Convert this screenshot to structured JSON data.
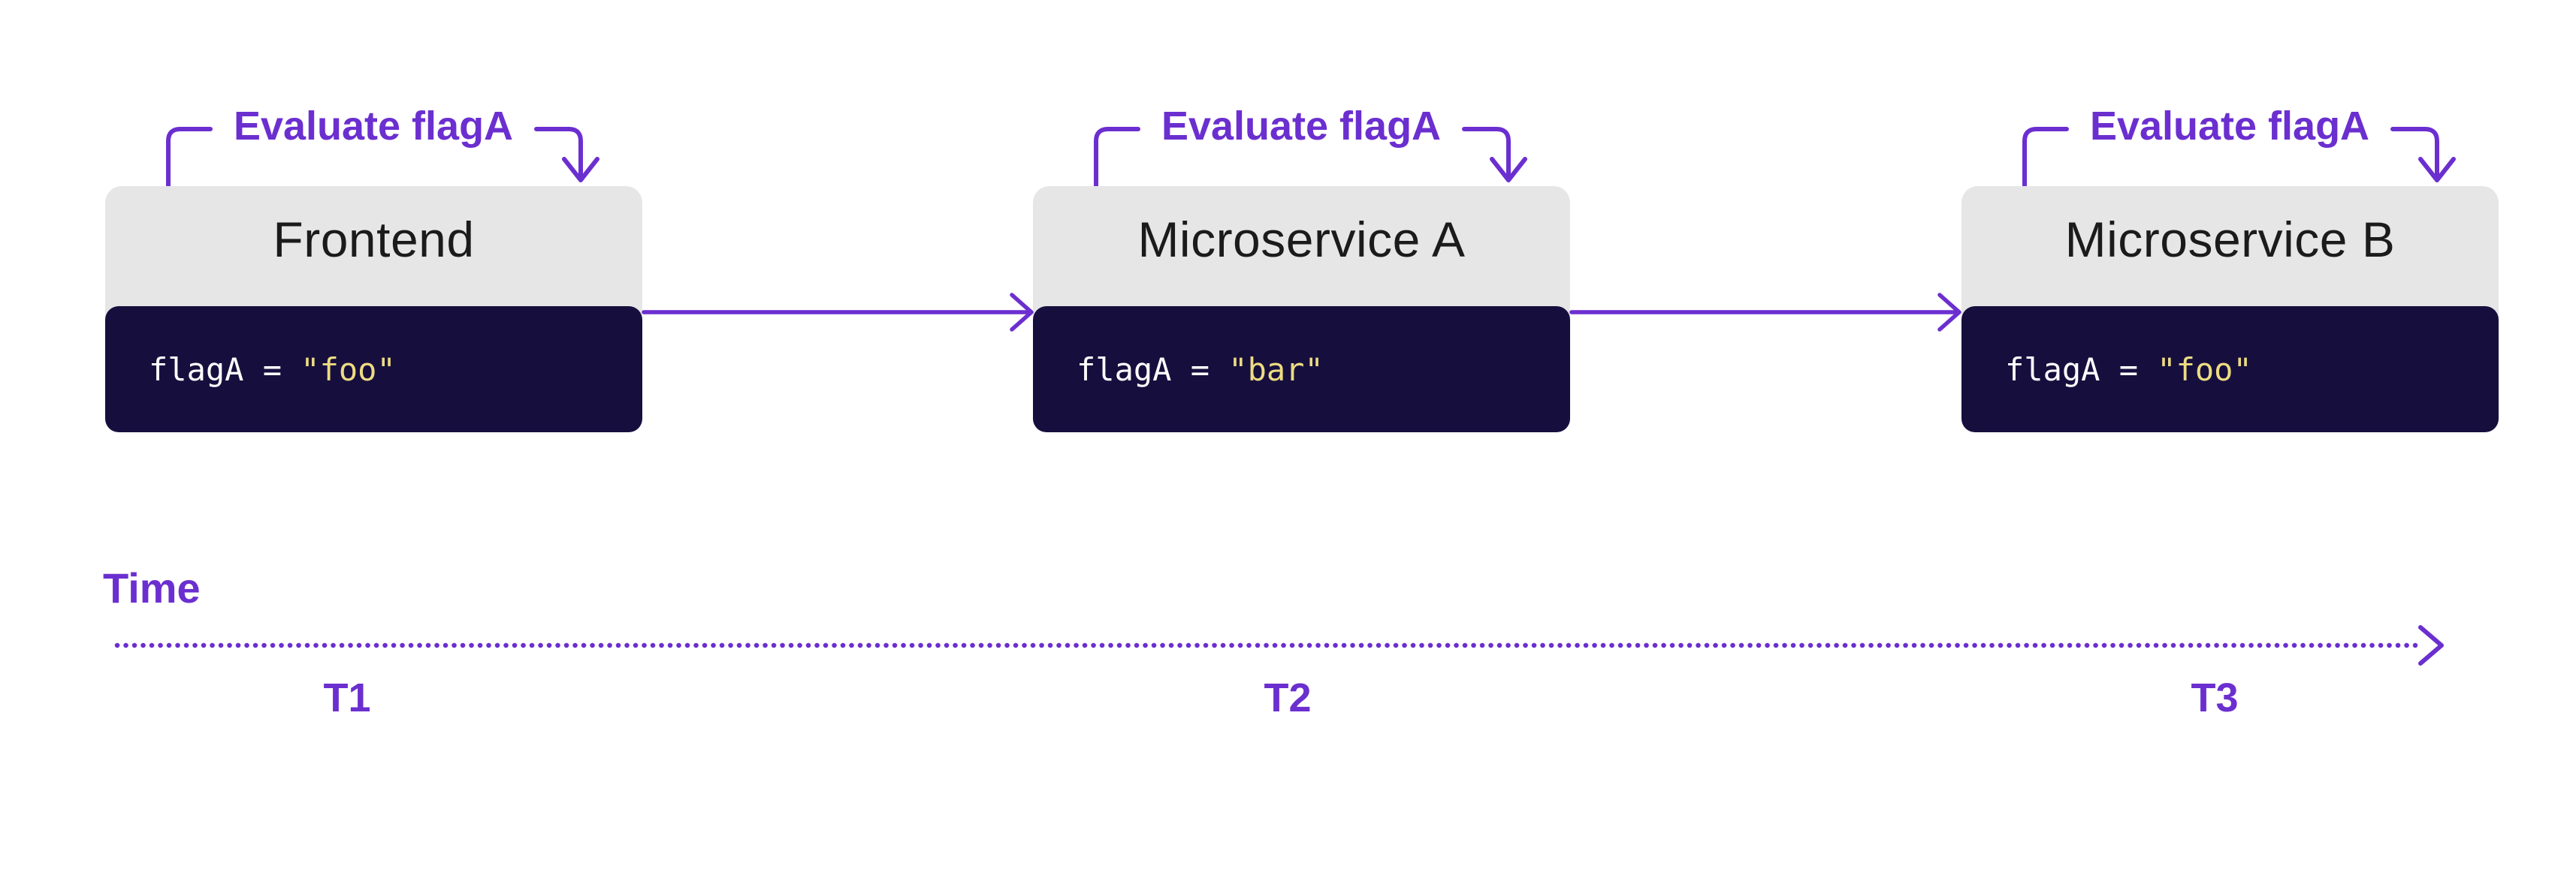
{
  "page": {
    "background": "#FFFFFF"
  },
  "colors": {
    "accent_purple": "#6B2FD0",
    "card_header_bg": "#E6E6E6",
    "card_title_text": "#1B1B1B",
    "code_block_bg": "#160F3E",
    "code_keyword_text": "#FFFFFF",
    "code_string_text": "#EDDC82"
  },
  "services": [
    {
      "annotation": "Evaluate flagA",
      "name": "Frontend",
      "code_keyword": "flagA = ",
      "code_value": "\"foo\""
    },
    {
      "annotation": "Evaluate flagA",
      "name": "Microservice A",
      "code_keyword": "flagA = ",
      "code_value": "\"bar\""
    },
    {
      "annotation": "Evaluate flagA",
      "name": "Microservice B",
      "code_keyword": "flagA = ",
      "code_value": "\"foo\""
    }
  ],
  "timeline": {
    "axis_label": "Time",
    "ticks": [
      {
        "label": "T1"
      },
      {
        "label": "T2"
      },
      {
        "label": "T3"
      }
    ]
  }
}
